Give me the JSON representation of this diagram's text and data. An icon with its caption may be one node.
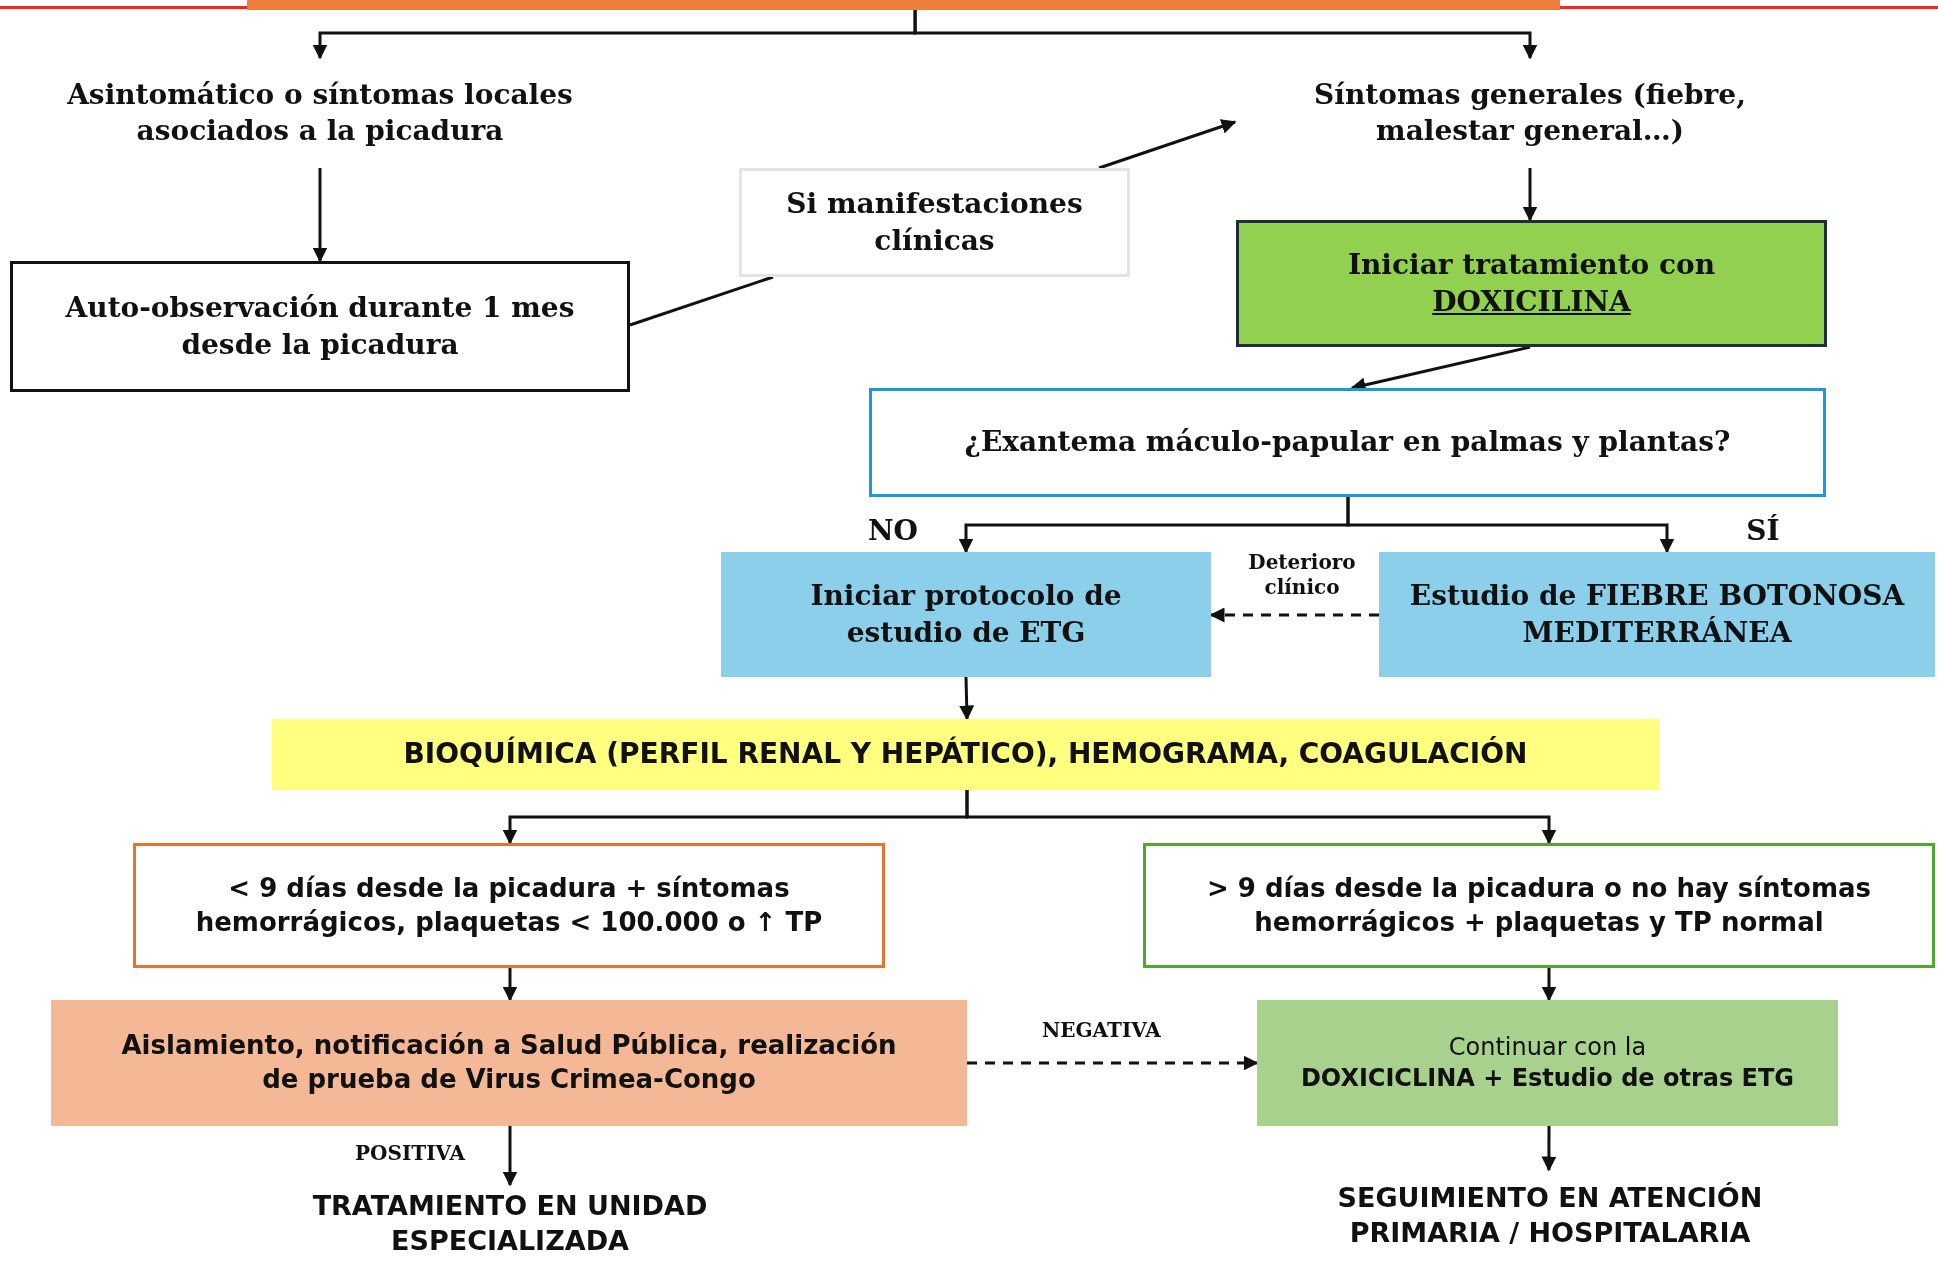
{
  "diagram": {
    "nodes": [
      {
        "text": [],
        "shape": "bar"
      },
      {
        "text": [
          "Asintomático o síntomas locales asociados a la picadura"
        ]
      },
      {
        "text": [
          "Síntomas generales (fiebre, malestar general…)"
        ]
      },
      {
        "text": [
          "Auto-observación durante 1 mes desde la picadura"
        ]
      },
      {
        "text": [
          "Si manifestaciones clínicas"
        ]
      },
      {
        "text": [
          "Iniciar tratamiento con",
          "DOXICILINA"
        ]
      },
      {
        "text": [
          "¿Exantema máculo-papular en palmas y plantas?"
        ]
      },
      {
        "text": [
          "Iniciar protocolo de estudio de ETG"
        ]
      },
      {
        "text": [
          "Estudio de FIEBRE BOTONOSA MEDITERRÁNEA"
        ]
      },
      {
        "text": [
          "BIOQUÍMICA (PERFIL RENAL Y HEPÁTICO), HEMOGRAMA, COAGULACIÓN"
        ]
      },
      {
        "text": [
          "< 9 días desde la picadura + síntomas hemorrágicos, plaquetas < 100.000 o ↑ TP"
        ]
      },
      {
        "text": [
          "> 9 días desde la picadura o no hay síntomas hemorrágicos + plaquetas y TP normal"
        ]
      },
      {
        "text": [
          "Aislamiento, notificación a Salud Pública, realización de prueba de Virus Crimea-Congo"
        ]
      },
      {
        "text": [
          "Continuar con la **DOXICICLINA + Estudio de otras ETG**"
        ]
      },
      {
        "text": [
          "TRATAMIENTO EN UNIDAD ESPECIALIZADA"
        ]
      },
      {
        "text": [
          "SEGUIMIENTO EN ATENCIÓN PRIMARIA / HOSPITALARIA"
        ]
      }
    ],
    "edges": [
      {
        "from": 0,
        "to": 1,
        "arrow": "to"
      },
      {
        "from": 0,
        "to": 2,
        "arrow": "to"
      },
      {
        "from": 1,
        "to": 3,
        "arrow": "to"
      },
      {
        "from": 3,
        "to": 4,
        "arrow": "none"
      },
      {
        "from": 4,
        "to": 2,
        "arrow": "to"
      },
      {
        "from": 2,
        "to": 5,
        "arrow": "to"
      },
      {
        "from": 5,
        "to": 6,
        "arrow": "to"
      },
      {
        "from": 6,
        "to": 7,
        "arrow": "to",
        "label": "NO"
      },
      {
        "from": 6,
        "to": 8,
        "arrow": "to",
        "label": "SÍ"
      },
      {
        "from": 8,
        "to": 7,
        "arrow": "to",
        "label": "Deterioro clínico",
        "style": "dashed"
      },
      {
        "from": 7,
        "to": 9,
        "arrow": "to"
      },
      {
        "from": 9,
        "to": 10,
        "arrow": "to"
      },
      {
        "from": 9,
        "to": 11,
        "arrow": "to"
      },
      {
        "from": 10,
        "to": 12,
        "arrow": "to"
      },
      {
        "from": 11,
        "to": 13,
        "arrow": "to"
      },
      {
        "from": 12,
        "to": 13,
        "arrow": "to",
        "label": "NEGATIVA",
        "style": "dashed"
      },
      {
        "from": 12,
        "to": 14,
        "arrow": "to",
        "label": "POSITIVA"
      },
      {
        "from": 13,
        "to": 15,
        "arrow": "to"
      }
    ]
  }
}
